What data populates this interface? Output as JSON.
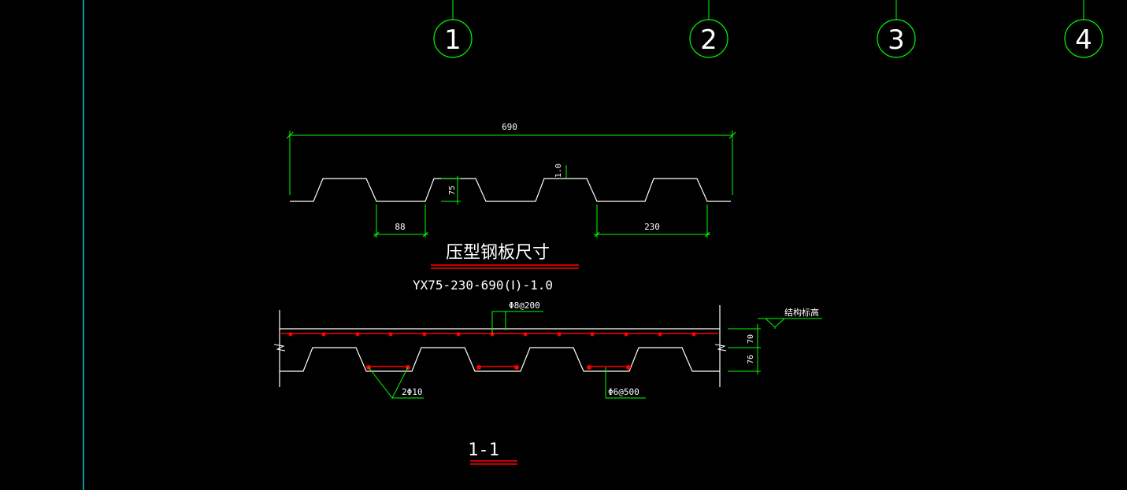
{
  "colors": {
    "background": "#000000",
    "drawing_line": "#ffffff",
    "dimension_line": "#00ff00",
    "grid_bubble": "#00ff00",
    "vertical_axis": "#00ffff",
    "title_underline": "#ff0000",
    "rebar": "#ff0000",
    "text": "#ffffff"
  },
  "grid": {
    "labels": [
      "1",
      "2",
      "3",
      "4"
    ]
  },
  "profile": {
    "dim_total": "690",
    "dim_thickness": "1.0",
    "dim_height": "75",
    "dim_rib_bottom": "88",
    "dim_pitch": "230",
    "title": "压型钢板尺寸",
    "spec": "YX75-230-690(Ⅰ)-1.0"
  },
  "section": {
    "top_rebar_label": "Φ8@200",
    "elevation_label": "结构标高",
    "dim_top": "70",
    "dim_bottom": "76",
    "rib_rebar_label": "2Φ10",
    "stirrup_label": "Φ6@500",
    "title": "1-1"
  }
}
